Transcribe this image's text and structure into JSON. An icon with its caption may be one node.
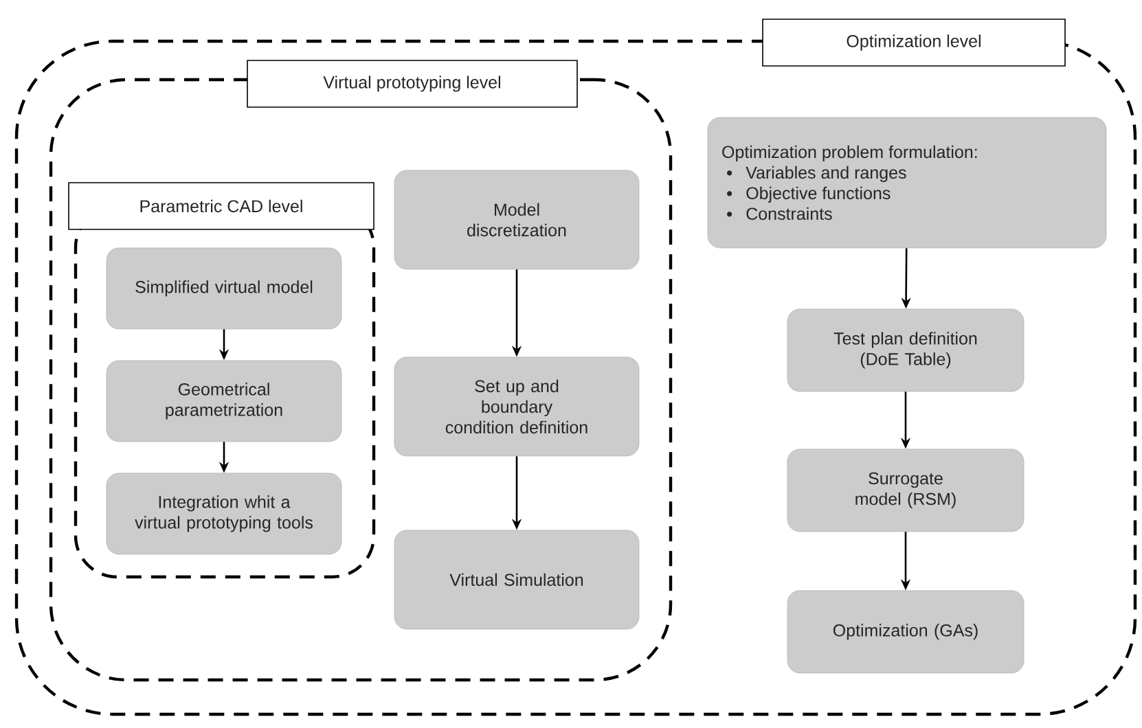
{
  "diagram": {
    "nodes": [
      {
        "text": [
          "Optimization level"
        ]
      },
      {
        "text": [
          "Virtual prototyping level"
        ],
        "in": 0
      },
      {
        "text": [
          "Parametric CAD level"
        ],
        "in": 1
      },
      {
        "text": [
          "Simplified virtual model"
        ],
        "in": 2
      },
      {
        "text": [
          "Geometrical parametrization"
        ],
        "in": 2
      },
      {
        "text": [
          "Integration whit a virtual prototyping tools"
        ],
        "in": 2
      },
      {
        "text": [
          "Model discretization"
        ],
        "in": 1
      },
      {
        "text": [
          "Set up and boundary condition definition"
        ],
        "in": 1
      },
      {
        "text": [
          "Virtual Simulation"
        ],
        "in": 1
      },
      {
        "text": [
          "Optimization problem formulation:",
          "Variables and ranges",
          "Objective functions",
          "Constraints"
        ],
        "in": 0
      },
      {
        "text": [
          "Test plan definition (DoE Table)"
        ],
        "in": 0
      },
      {
        "text": [
          "Surrogate model (RSM)"
        ],
        "in": 0
      },
      {
        "text": [
          "Optimization (GAs)"
        ],
        "in": 0
      }
    ],
    "edges": [
      {
        "from": 3,
        "to": 4,
        "arrow": "to"
      },
      {
        "from": 4,
        "to": 5,
        "arrow": "to"
      },
      {
        "from": 6,
        "to": 7,
        "arrow": "to"
      },
      {
        "from": 7,
        "to": 8,
        "arrow": "to"
      },
      {
        "from": 9,
        "to": 10,
        "arrow": "to"
      },
      {
        "from": 10,
        "to": 11,
        "arrow": "to"
      },
      {
        "from": 11,
        "to": 12,
        "arrow": "to"
      }
    ]
  }
}
